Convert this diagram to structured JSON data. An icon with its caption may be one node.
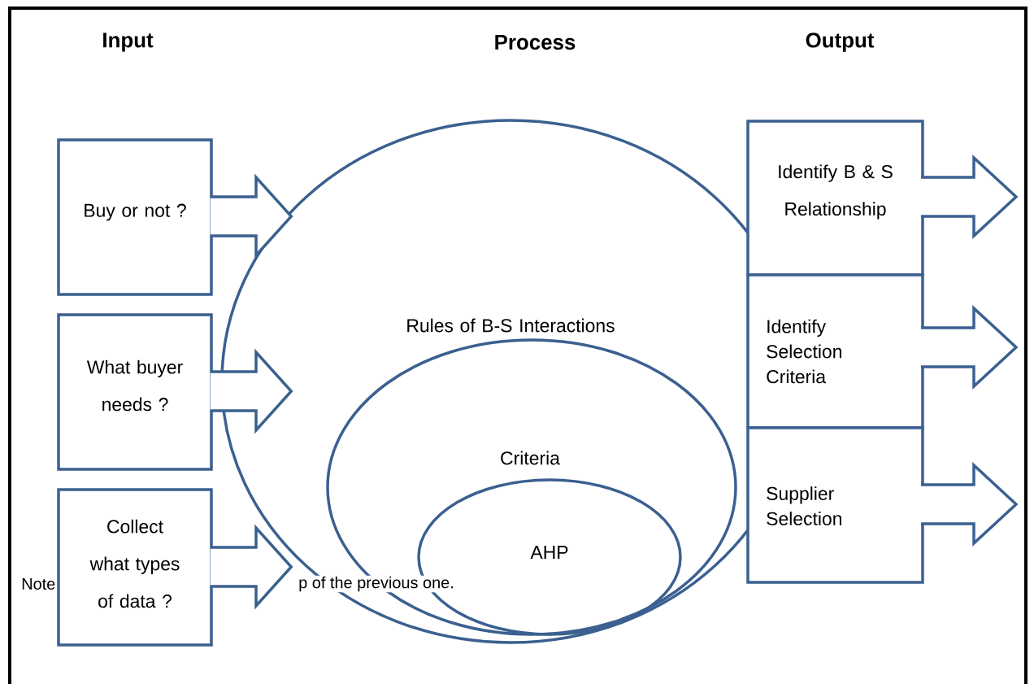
{
  "diagram": {
    "nodes": [
      {
        "text": [
          "Buy or not ?"
        ]
      },
      {
        "text": [
          "What buyer needs ?"
        ]
      },
      {
        "text": [
          "Collect what types of data ?"
        ]
      },
      {
        "text": [
          "Rules of B-S Interactions"
        ]
      },
      {
        "text": [
          "Criteria"
        ],
        "in": 3
      },
      {
        "text": [
          "AHP"
        ],
        "in": 4
      },
      {
        "text": [
          "Identify B & S Relationship"
        ]
      },
      {
        "text": [
          "Identify Selection Criteria"
        ]
      },
      {
        "text": [
          "Supplier Selection"
        ]
      }
    ],
    "edges": [
      {
        "from": 0,
        "to": 3,
        "arrow": "to"
      },
      {
        "from": 1,
        "to": 3,
        "arrow": "to"
      },
      {
        "from": 2,
        "to": 3,
        "arrow": "to"
      }
    ],
    "labels": [
      "Input",
      "Process",
      "Output",
      "Note",
      "p of the previous one."
    ]
  }
}
